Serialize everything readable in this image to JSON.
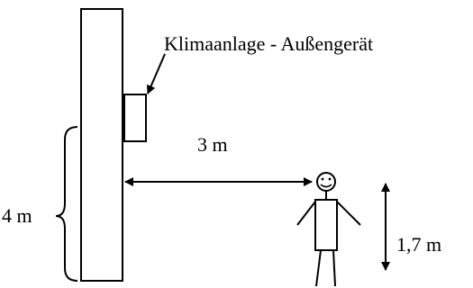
{
  "labels": {
    "unit": "Klimaanlage - Außengerät",
    "distance": "3 m",
    "wall_height": "4 m",
    "person_height": "1,7 m"
  },
  "person": {
    "face": "☺"
  },
  "colors": {
    "line": "#000000",
    "background": "#ffffff"
  }
}
